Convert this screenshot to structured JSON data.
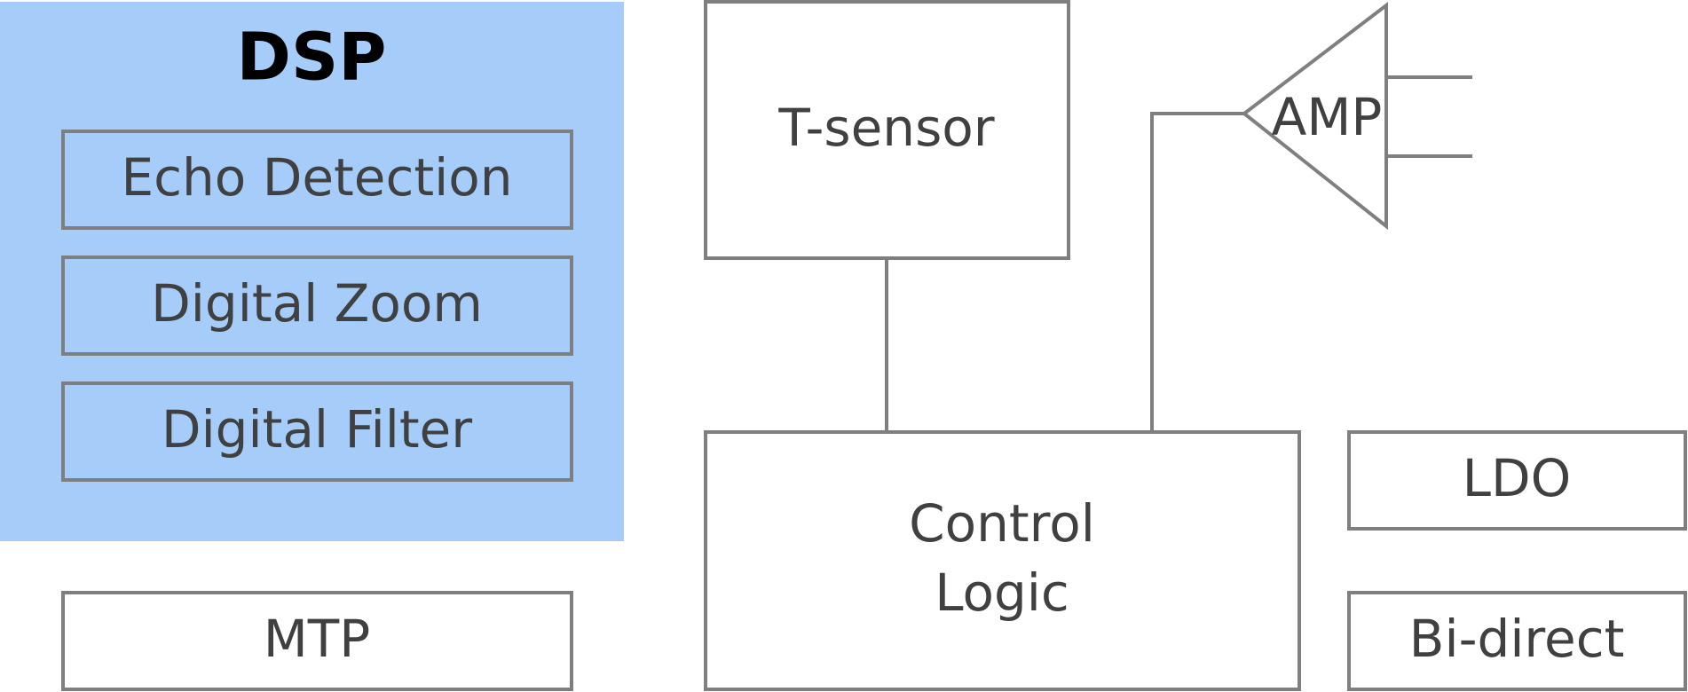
{
  "colors": {
    "dsp_panel": "#a6cdf9",
    "box_stroke": "#7f7f7f",
    "label_text": "#404040",
    "title_text": "#000000"
  },
  "dsp": {
    "title": "DSP",
    "blocks": [
      {
        "label": "Echo Detection"
      },
      {
        "label": "Digital Zoom"
      },
      {
        "label": "Digital Filter"
      }
    ]
  },
  "blocks": {
    "mtp": "MTP",
    "t_sensor": "T-sensor",
    "amp": "AMP",
    "control_logic": [
      "Control",
      "Logic"
    ],
    "ldo": "LDO",
    "bi_direct": "Bi-direct"
  }
}
